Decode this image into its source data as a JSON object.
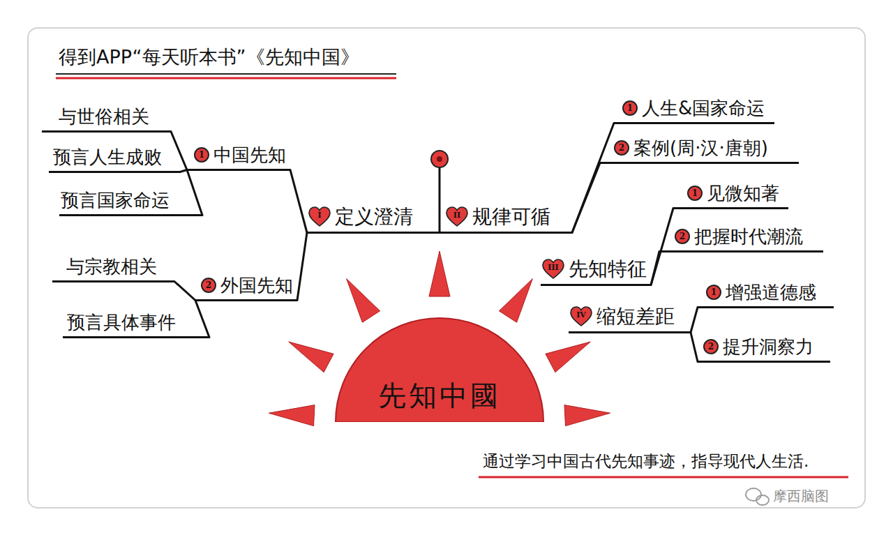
{
  "diagram": {
    "title": "得到APP“每天听本书”《先知中国》",
    "caption": "通过学习中国古代先知事迹，指导现代人生活.",
    "nodes": [
      {
        "text": [
          "I",
          "定义澄清"
        ]
      },
      {
        "text": [
          "1",
          "中国先知"
        ]
      },
      {
        "text": [
          "与世俗相关"
        ]
      },
      {
        "text": [
          "预言人生成败"
        ]
      },
      {
        "text": [
          "预言国家命运"
        ]
      },
      {
        "text": [
          "2",
          "外国先知"
        ]
      },
      {
        "text": [
          "与宗教相关"
        ]
      },
      {
        "text": [
          "预言具体事件"
        ]
      },
      {
        "text": [
          "II",
          "规律可循"
        ]
      },
      {
        "text": [
          "1",
          "人生&国家命运"
        ]
      },
      {
        "text": [
          "2",
          "案例(周·汉·唐朝)"
        ]
      },
      {
        "text": [
          "III",
          "先知特征"
        ]
      },
      {
        "text": [
          "1",
          "见微知著"
        ]
      },
      {
        "text": [
          "2",
          "把握时代潮流"
        ]
      },
      {
        "text": [
          "IV",
          "缩短差距"
        ]
      },
      {
        "text": [
          "1",
          "增强道德感"
        ]
      },
      {
        "text": [
          "2",
          "提升洞察力"
        ]
      },
      {
        "text": [
          "先知中國"
        ]
      }
    ],
    "edges": [
      {
        "from": 0,
        "to": 8,
        "arrow": "none"
      },
      {
        "from": 0,
        "to": 1,
        "arrow": "none"
      },
      {
        "from": 1,
        "to": 2,
        "arrow": "none"
      },
      {
        "from": 1,
        "to": 3,
        "arrow": "none"
      },
      {
        "from": 1,
        "to": 4,
        "arrow": "none"
      },
      {
        "from": 0,
        "to": 5,
        "arrow": "none"
      },
      {
        "from": 5,
        "to": 6,
        "arrow": "none"
      },
      {
        "from": 5,
        "to": 7,
        "arrow": "none"
      },
      {
        "from": 8,
        "to": 9,
        "arrow": "none"
      },
      {
        "from": 8,
        "to": 10,
        "arrow": "none"
      },
      {
        "from": 11,
        "to": 12,
        "arrow": "none"
      },
      {
        "from": 11,
        "to": 13,
        "arrow": "none"
      },
      {
        "from": 14,
        "to": 15,
        "arrow": "none"
      },
      {
        "from": 14,
        "to": 16,
        "arrow": "none"
      }
    ],
    "labels": [
      "摩西脑图"
    ]
  }
}
